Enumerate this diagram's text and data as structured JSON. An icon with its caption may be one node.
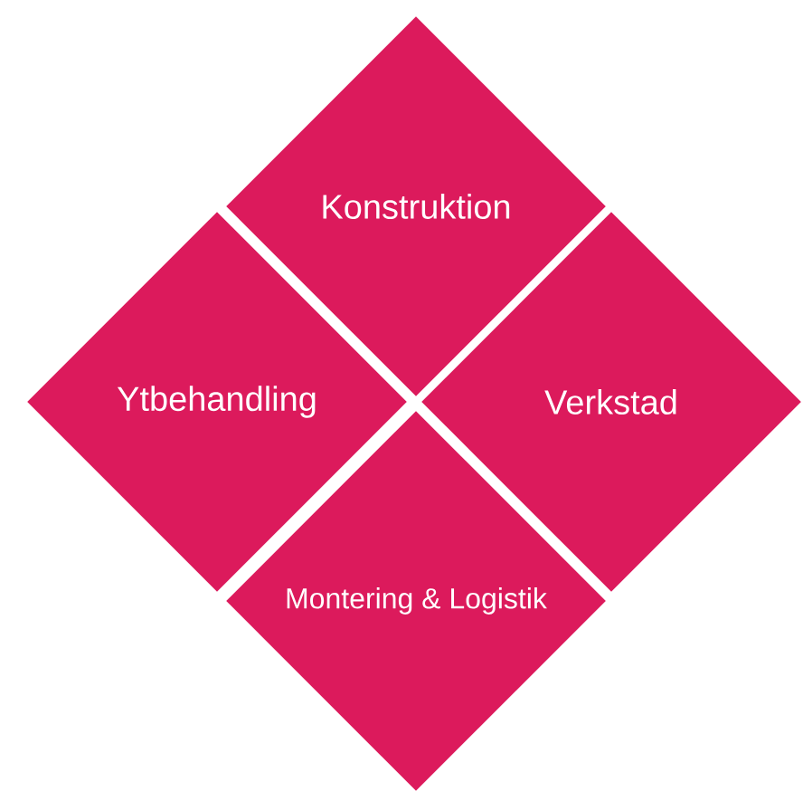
{
  "diagram": {
    "nodes": [
      {
        "text": [
          "Konstruktion"
        ]
      },
      {
        "text": [
          "Ytbehandling"
        ]
      },
      {
        "text": [
          "Verkstad"
        ]
      },
      {
        "text": [
          "Montering & Logistik"
        ]
      }
    ]
  }
}
